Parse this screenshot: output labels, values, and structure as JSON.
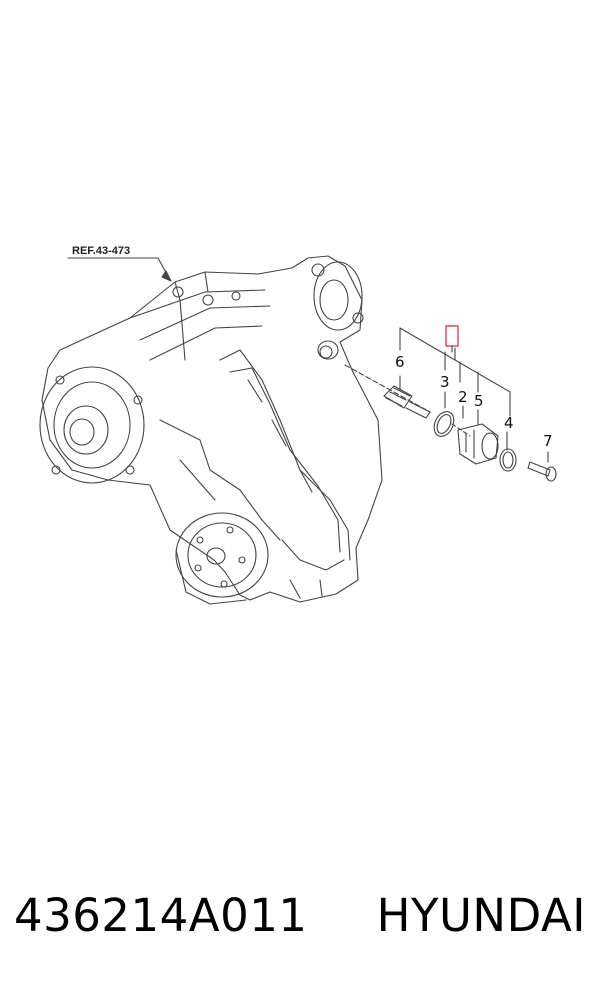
{
  "diagram": {
    "reference_label": "REF.43-473",
    "callouts": [
      "6",
      "3",
      "2",
      "5",
      "4",
      "7"
    ],
    "highlight_color": "#e0202a",
    "line_color": "#444444"
  },
  "footer": {
    "part_number": "436214A011",
    "brand": "HYUNDAI"
  }
}
